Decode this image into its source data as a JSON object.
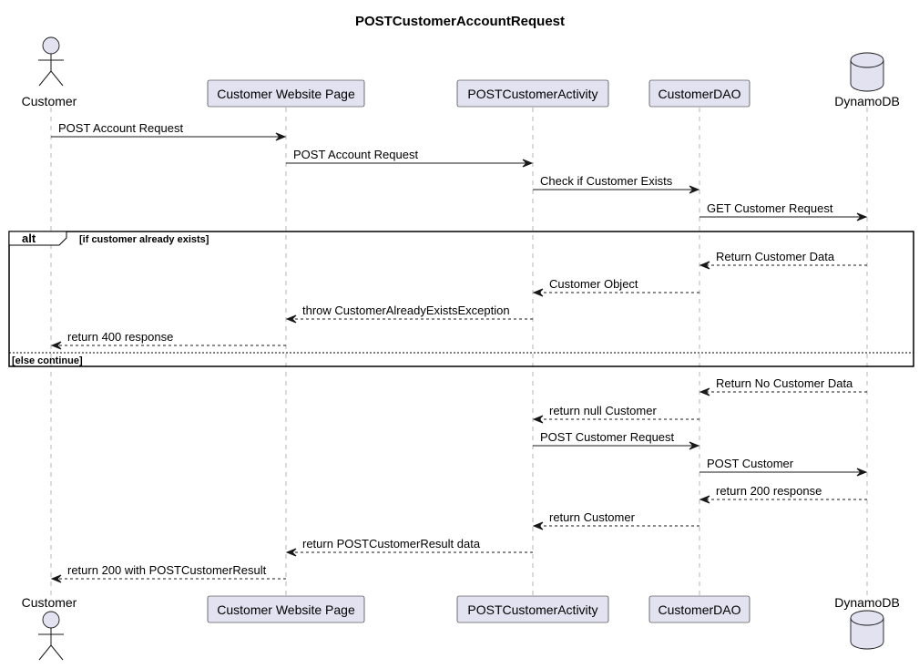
{
  "title": "POSTCustomerAccountRequest",
  "participants": [
    {
      "id": "customer",
      "label": "Customer",
      "kind": "actor"
    },
    {
      "id": "website",
      "label": "Customer Website Page",
      "kind": "participant"
    },
    {
      "id": "activity",
      "label": "POSTCustomerActivity",
      "kind": "participant"
    },
    {
      "id": "dao",
      "label": "CustomerDAO",
      "kind": "participant"
    },
    {
      "id": "db",
      "label": "DynamoDB",
      "kind": "database"
    }
  ],
  "messages": [
    {
      "from": "customer",
      "to": "website",
      "label": "POST Account Request",
      "style": "solid"
    },
    {
      "from": "website",
      "to": "activity",
      "label": "POST Account Request",
      "style": "solid"
    },
    {
      "from": "activity",
      "to": "dao",
      "label": "Check if Customer Exists",
      "style": "solid"
    },
    {
      "from": "dao",
      "to": "db",
      "label": "GET Customer Request",
      "style": "solid"
    },
    {
      "from": "db",
      "to": "dao",
      "label": "Return Customer Data",
      "style": "dashed"
    },
    {
      "from": "dao",
      "to": "activity",
      "label": "Customer Object",
      "style": "dashed"
    },
    {
      "from": "activity",
      "to": "website",
      "label": "throw CustomerAlreadyExistsException",
      "style": "dashed"
    },
    {
      "from": "website",
      "to": "customer",
      "label": "return 400 response",
      "style": "dashed"
    },
    {
      "from": "db",
      "to": "dao",
      "label": "Return No Customer Data",
      "style": "dashed"
    },
    {
      "from": "dao",
      "to": "activity",
      "label": "return null Customer",
      "style": "dashed"
    },
    {
      "from": "activity",
      "to": "dao",
      "label": "POST Customer Request",
      "style": "solid"
    },
    {
      "from": "dao",
      "to": "db",
      "label": "POST Customer",
      "style": "solid"
    },
    {
      "from": "db",
      "to": "dao",
      "label": "return 200 response",
      "style": "dashed"
    },
    {
      "from": "dao",
      "to": "activity",
      "label": "return Customer",
      "style": "dashed"
    },
    {
      "from": "activity",
      "to": "website",
      "label": "return POSTCustomerResult data",
      "style": "dashed"
    },
    {
      "from": "website",
      "to": "customer",
      "label": "return 200 with POSTCustomerResult",
      "style": "dashed"
    }
  ],
  "fragment": {
    "keyword": "alt",
    "condition": "[if customer already exists]",
    "else_label": "[else continue]"
  }
}
